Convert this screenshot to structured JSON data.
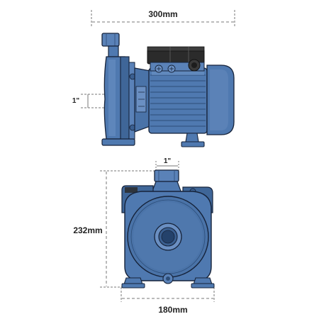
{
  "dimensions": {
    "top_width": "300mm",
    "side_inlet": "1\"",
    "front_outlet": "1\"",
    "front_height": "232mm",
    "front_width": "180mm"
  },
  "colors": {
    "pump_body": "#4f79b0",
    "pump_light": "#7198c9",
    "pump_dark": "#2c4d78",
    "outline": "#16233a",
    "terminal_box": "#2b2b2b",
    "dim_line": "#777777"
  }
}
